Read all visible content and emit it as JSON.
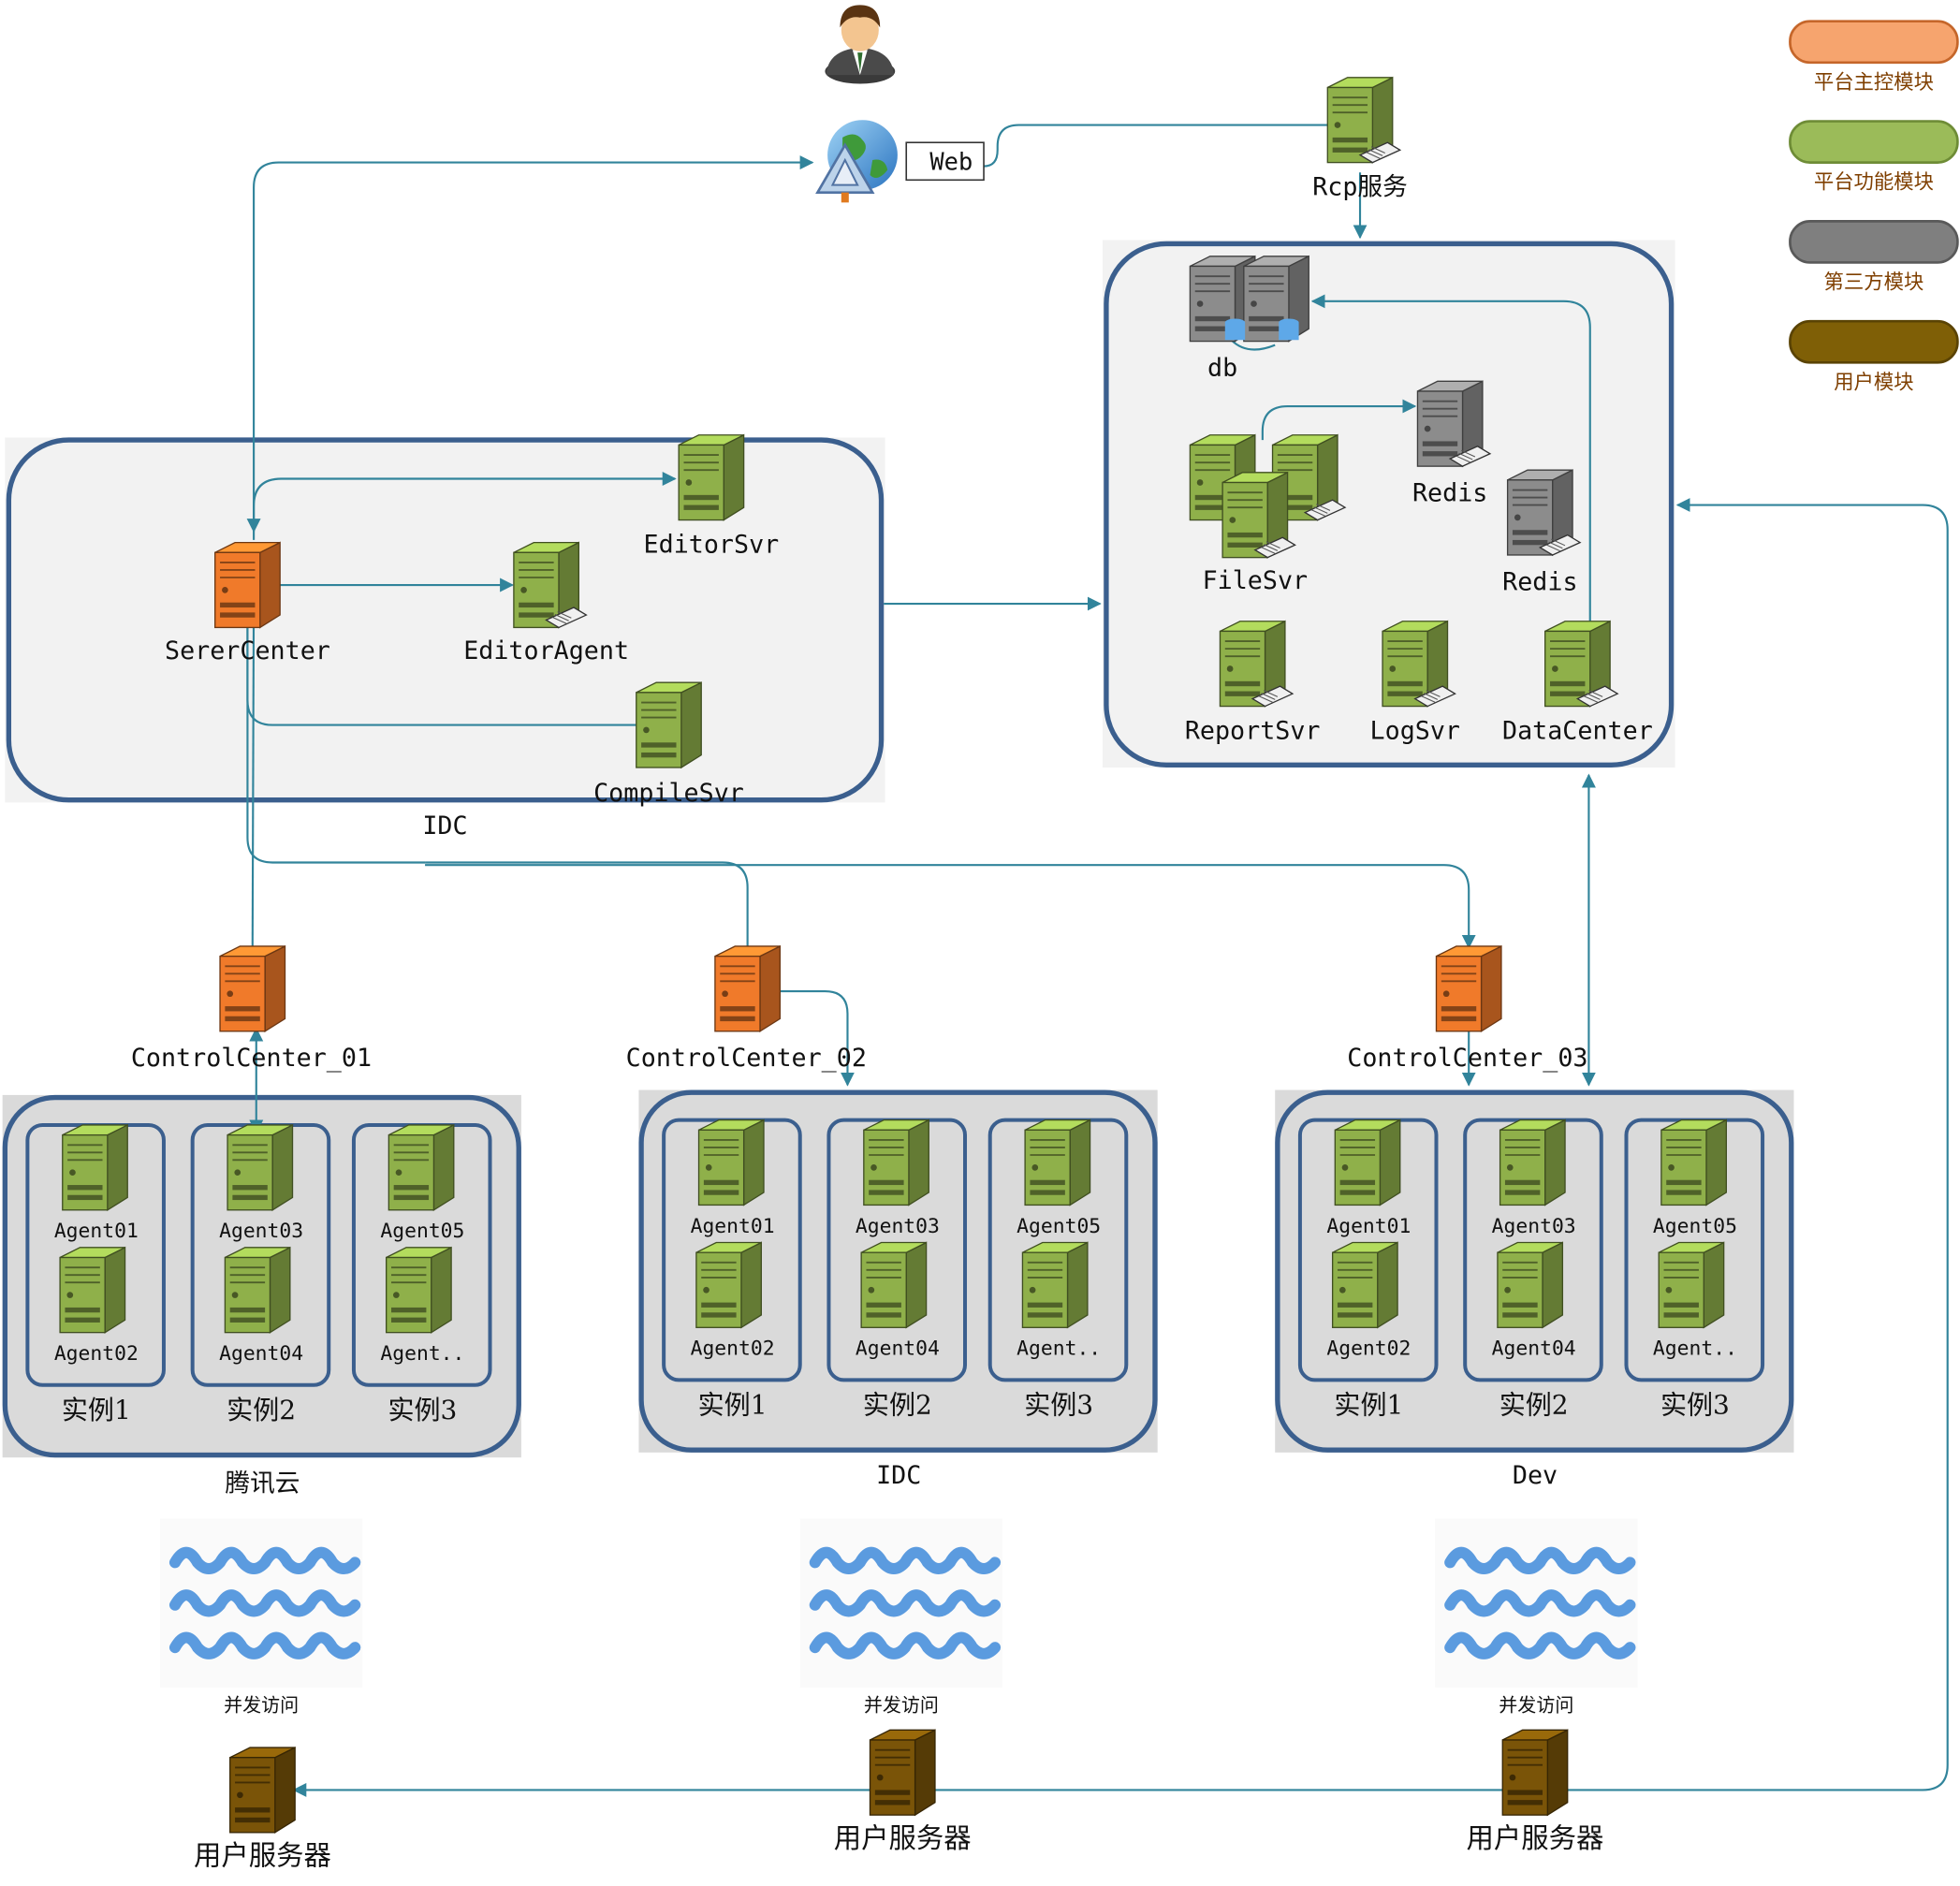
{
  "legend": [
    {
      "label": "平台主控模块",
      "color": "#F6A46E",
      "stroke": "#C5662A"
    },
    {
      "label": "平台功能模块",
      "color": "#9BBB59",
      "stroke": "#6E8C36"
    },
    {
      "label": "第三方模块",
      "color": "#7F7F7F",
      "stroke": "#595959"
    },
    {
      "label": "用户模块",
      "color": "#7F5F06",
      "stroke": "#5A4304"
    }
  ],
  "colors": {
    "master": "#F07A2A",
    "function": "#8FB04A",
    "third_party": "#8C8C8C",
    "user": "#7A5408",
    "connector": "#31849B",
    "container_border": "#3B5F8E",
    "container_fill": "#F2F2F2",
    "cluster_fill": "#DADADA",
    "wave": "#5B9BDF",
    "legend_text": "#7F3F00"
  },
  "icons": {
    "user": "user-avatar-icon",
    "web": "globe-web-icon",
    "server": "server-icon",
    "database": "database-server-icon",
    "wave": "wave-traffic-icon"
  },
  "top": {
    "web_label": "Web",
    "rcp_label": "Rcp服务"
  },
  "data_box": {
    "db_label": "db",
    "redis1_label": "Redis",
    "redis2_label": "Redis",
    "filesvr_label": "FileSvr",
    "reportsvr_label": "ReportSvr",
    "logsvr_label": "LogSvr",
    "datacenter_label": "DataCenter"
  },
  "idc_box": {
    "title": "IDC",
    "serercenter_label": "SererCenter",
    "editoragent_label": "EditorAgent",
    "editorsvr_label": "EditorSvr",
    "compilesvr_label": "CompileSvr"
  },
  "control_centers": [
    "ControlCenter_01",
    "ControlCenter_02",
    "ControlCenter_03"
  ],
  "clusters": [
    {
      "title": "腾讯云",
      "instances": [
        {
          "label": "实例1",
          "agents": [
            "Agent01",
            "Agent02"
          ]
        },
        {
          "label": "实例2",
          "agents": [
            "Agent03",
            "Agent04"
          ]
        },
        {
          "label": "实例3",
          "agents": [
            "Agent05",
            "Agent.."
          ]
        }
      ]
    },
    {
      "title": "IDC",
      "instances": [
        {
          "label": "实例1",
          "agents": [
            "Agent01",
            "Agent02"
          ]
        },
        {
          "label": "实例2",
          "agents": [
            "Agent03",
            "Agent04"
          ]
        },
        {
          "label": "实例3",
          "agents": [
            "Agent05",
            "Agent.."
          ]
        }
      ]
    },
    {
      "title": "Dev",
      "instances": [
        {
          "label": "实例1",
          "agents": [
            "Agent01",
            "Agent02"
          ]
        },
        {
          "label": "实例2",
          "agents": [
            "Agent03",
            "Agent04"
          ]
        },
        {
          "label": "实例3",
          "agents": [
            "Agent05",
            "Agent.."
          ]
        }
      ]
    }
  ],
  "traffic_label": "并发访问",
  "user_server_label": "用户服务器"
}
